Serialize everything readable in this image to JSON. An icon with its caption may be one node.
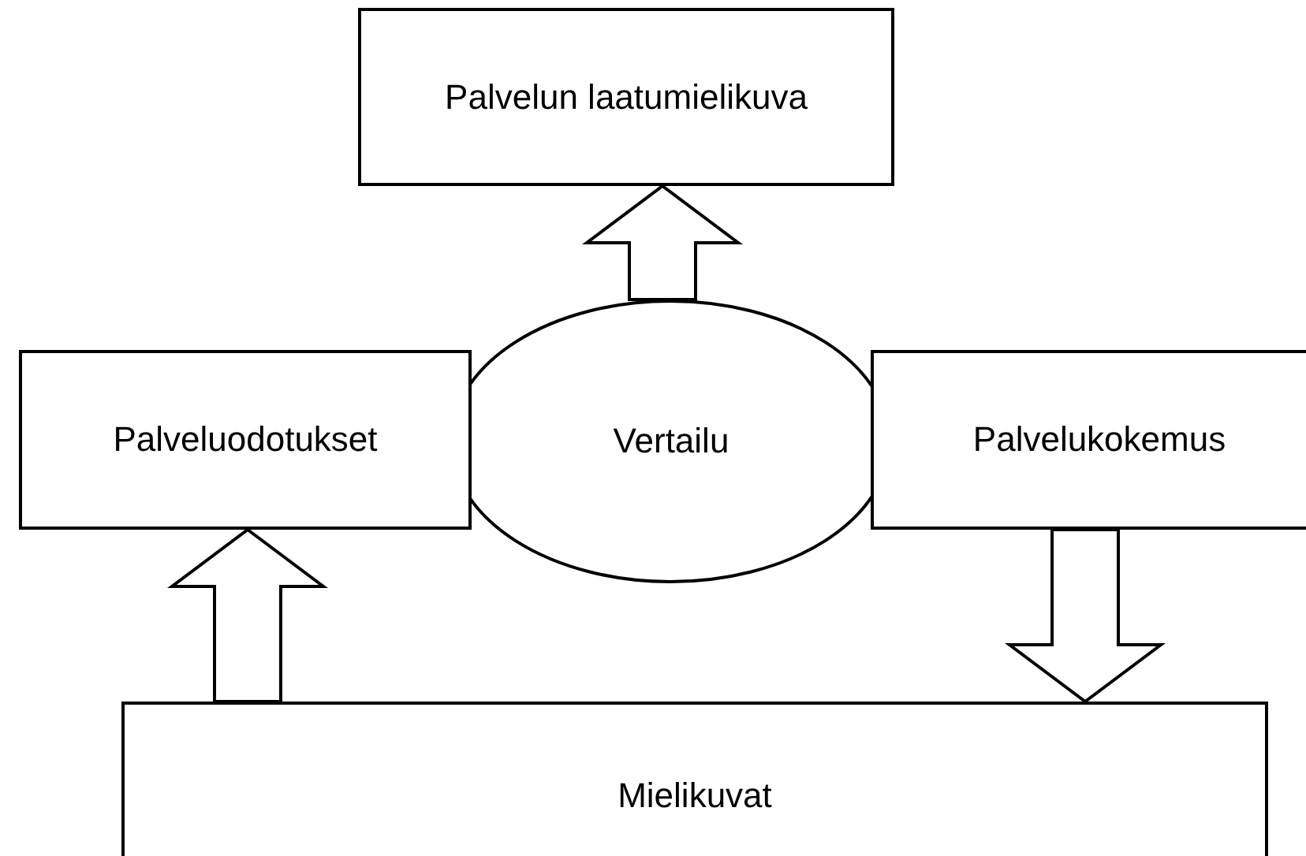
{
  "diagram": {
    "nodes": [
      {
        "text": [
          "Palvelun laatumielikuva"
        ]
      },
      {
        "text": [
          "Palveluodotukset"
        ]
      },
      {
        "text": [
          "Vertailu"
        ]
      },
      {
        "text": [
          "Palvelukokemus"
        ]
      },
      {
        "text": [
          "Mielikuvat"
        ]
      }
    ],
    "edges": [
      {
        "from": 2,
        "to": 0,
        "arrow": "to"
      },
      {
        "from": 4,
        "to": 1,
        "arrow": "to"
      },
      {
        "from": 3,
        "to": 4,
        "arrow": "to"
      }
    ]
  }
}
